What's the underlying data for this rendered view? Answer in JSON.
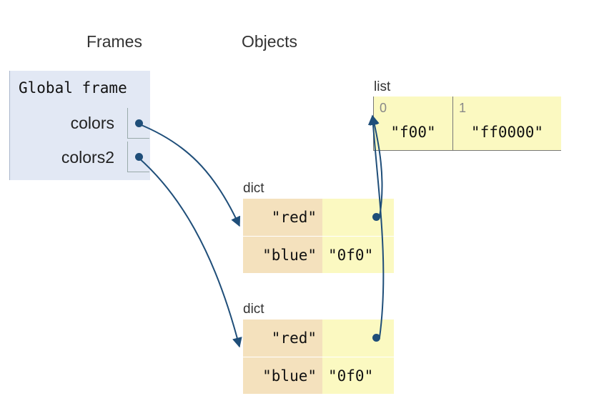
{
  "headers": {
    "frames": "Frames",
    "objects": "Objects"
  },
  "global_frame": {
    "title": "Global frame",
    "variables": [
      {
        "name": "colors"
      },
      {
        "name": "colors2"
      }
    ]
  },
  "objects": {
    "list": {
      "label": "list",
      "items": [
        {
          "index": "0",
          "value": "\"f00\""
        },
        {
          "index": "1",
          "value": "\"ff0000\""
        }
      ]
    },
    "dict1": {
      "label": "dict",
      "entries": [
        {
          "key": "\"red\"",
          "value": ""
        },
        {
          "key": "\"blue\"",
          "value": "\"0f0\""
        }
      ]
    },
    "dict2": {
      "label": "dict",
      "entries": [
        {
          "key": "\"red\"",
          "value": ""
        },
        {
          "key": "\"blue\"",
          "value": "\"0f0\""
        }
      ]
    }
  },
  "colors": {
    "arrow": "#1f4e79",
    "frame_bg": "#e2e8f4",
    "key_bg": "#f4e1bd",
    "value_bg": "#fbf9c1"
  }
}
